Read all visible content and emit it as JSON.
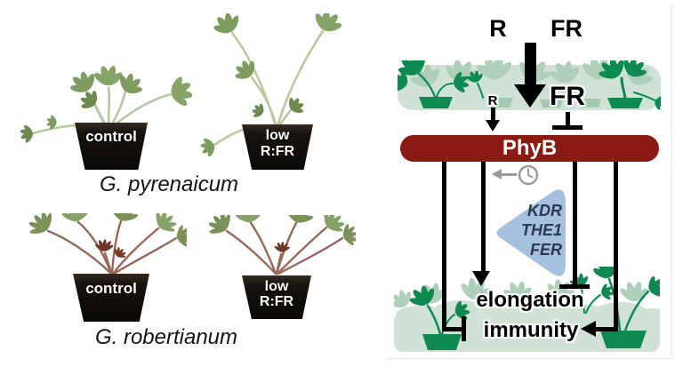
{
  "figure": {
    "panels": {
      "photos": {
        "groups": [
          {
            "species_label": "G. pyrenaicum",
            "pots": [
              {
                "label_lines": [
                  "control"
                ]
              },
              {
                "label_lines": [
                  "low",
                  "R:FR"
                ]
              }
            ]
          },
          {
            "species_label": "G. robertianum",
            "pots": [
              {
                "label_lines": [
                  "control"
                ]
              },
              {
                "label_lines": [
                  "low",
                  "R:FR"
                ]
              }
            ]
          }
        ]
      },
      "diagram": {
        "incoming_light": {
          "red_label": "R",
          "far_red_label": "FR"
        },
        "canopy": {
          "transmitted_red_label": "R",
          "reflected_far_red_label": "FR"
        },
        "receptor_label": "PhyB",
        "gene_module": {
          "genes": [
            "KDR",
            "THE1",
            "FER"
          ]
        },
        "responses": {
          "elongation_label": "elongation",
          "immunity_label": "immunity"
        },
        "icons": {
          "clock": "clock-icon",
          "big_down_arrow": "down-arrow-icon",
          "inhibition": "t-bar-icon"
        },
        "colors": {
          "phyb_bar": "#8a1a12",
          "canopy_background": "#cfe2d5",
          "canopy_plants_pale": "#aed0bb",
          "canopy_plants_dark": "#0e8a50",
          "gene_triangle": "#a6c1e0",
          "gene_text": "#2b3950",
          "clock_gray": "#999999"
        }
      }
    }
  }
}
